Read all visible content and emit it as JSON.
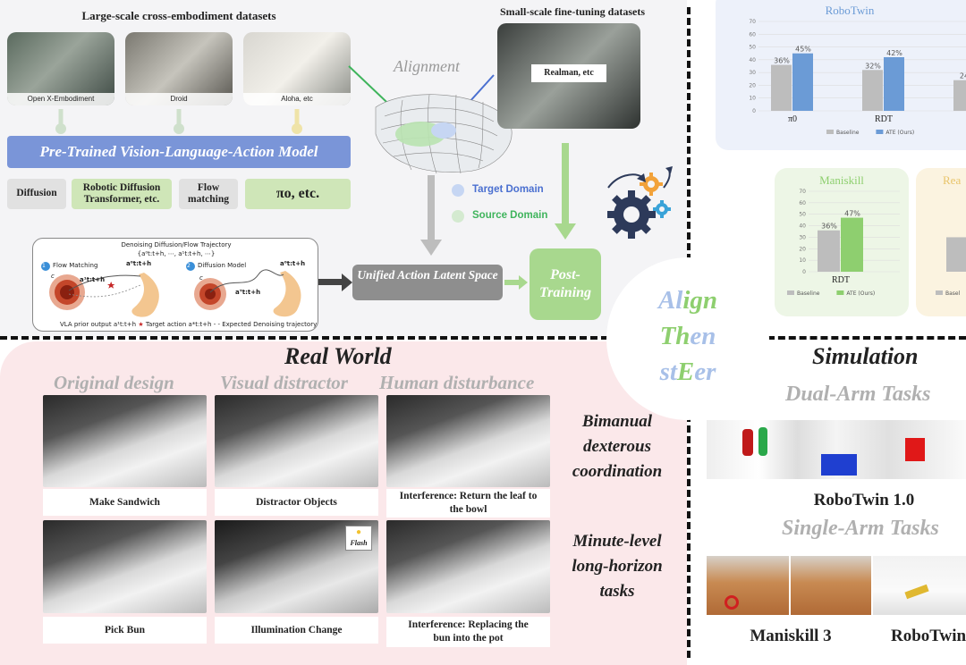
{
  "top": {
    "large_title": "Large-scale cross-embodiment datasets",
    "large_datasets": [
      "Open X-Embodiment",
      "Droid",
      "Aloha, etc"
    ],
    "small_title": "Small-scale fine-tuning datasets",
    "small_dataset": "Realman, etc",
    "alignment_label": "Alignment",
    "pretrained_label": "Pre-Trained Vision-Language-Action Model",
    "methods": [
      "Diffusion",
      "Robotic Diffusion Transformer, etc.",
      "Flow matching",
      "πo, etc."
    ],
    "target_domain": "Target Domain",
    "source_domain": "Source Domain",
    "unified_label": "Unified Action Latent Space",
    "post_training": "Post-Training",
    "trajectory": {
      "title": "Denoising Diffusion/Flow Trajectory",
      "seq": "{a⁰t:t+h, ⋯, a¹t:t+h, ⋯}",
      "flow": "Flow Matching",
      "diffusion": "Diffusion Model",
      "num1": "1",
      "num2": "2",
      "c1": "c",
      "c2": "c",
      "a1_top": "a⁰t:t+h",
      "a1_bot": "a¹t:t+h",
      "a2_top": "a⁰t:t+h",
      "a2_bot": "aᵀt:t+h",
      "legend_prior": "VLA prior output",
      "legend_prior_sym": "a¹t:t+h",
      "legend_target": "Target action",
      "legend_target_sym": "a*t:t+h",
      "legend_expected": "Expected Denoising trajectory"
    }
  },
  "charts": [
    {
      "title": "RoboTwin",
      "colors": {
        "baseline": "#bdbdbd",
        "ours": "#6b9bd6"
      },
      "chart_data": {
        "type": "bar",
        "categories": [
          "π0",
          "RDT",
          ""
        ],
        "series": [
          {
            "name": "Baseline",
            "values": [
              36,
              32,
              24
            ]
          },
          {
            "name": "ATE (Ours)",
            "values": [
              45,
              42,
              null
            ]
          }
        ],
        "value_labels": {
          "Baseline": [
            "36%",
            "32%",
            "24"
          ],
          "ATE (Ours)": [
            "45%",
            "42%",
            ""
          ]
        },
        "ylim": [
          0,
          70
        ],
        "yticks": [
          "70",
          "60",
          "50",
          "40",
          "30",
          "20",
          "10",
          "0"
        ],
        "legend": "bottom",
        "grid": true
      }
    },
    {
      "title": "Maniskill",
      "colors": {
        "baseline": "#bdbdbd",
        "ours": "#8ecf6f"
      },
      "chart_data": {
        "type": "bar",
        "categories": [
          "RDT"
        ],
        "series": [
          {
            "name": "Baseline",
            "values": [
              36
            ]
          },
          {
            "name": "ATE (Ours)",
            "values": [
              47
            ]
          }
        ],
        "value_labels": {
          "Baseline": [
            "36%"
          ],
          "ATE (Ours)": [
            "47%"
          ]
        },
        "ylim": [
          0,
          70
        ],
        "yticks": [
          "70",
          "60",
          "50",
          "40",
          "30",
          "20",
          "10",
          "0"
        ],
        "legend": "bottom",
        "grid": true
      }
    },
    {
      "title": "Rea",
      "colors": {
        "baseline": "#bdbdbd"
      },
      "chart_data": {
        "type": "bar",
        "categories": [
          ""
        ],
        "series": [
          {
            "name": "Basel",
            "values": [
              30
            ]
          }
        ],
        "ylim": [
          0,
          70
        ],
        "legend": "bottom"
      }
    }
  ],
  "ate": {
    "line1": [
      "Al",
      "ign"
    ],
    "line2": [
      "Th",
      "en"
    ],
    "line3": [
      "st",
      "E",
      "er"
    ]
  },
  "real_world": {
    "title": "Real World",
    "columns": [
      "Original design",
      "Visual distractor",
      "Human disturbance"
    ],
    "row1": [
      "Make Sandwich",
      "Distractor Objects",
      "Interference: Return the leaf to the bowl"
    ],
    "row2": [
      "Pick Bun",
      "Illumination Change",
      "Interference: Replacing the bun into the pot"
    ],
    "flash_label": "Flash",
    "side1": "Bimanual dexterous coordination",
    "side2": "Minute-level long-horizon tasks"
  },
  "simulation": {
    "title": "Simulation",
    "dual": "Dual-Arm Tasks",
    "robotwin": "RoboTwin 1.0",
    "single": "Single-Arm Tasks",
    "maniskill": "Maniskill 3",
    "robotwin2": "RoboTwin"
  }
}
